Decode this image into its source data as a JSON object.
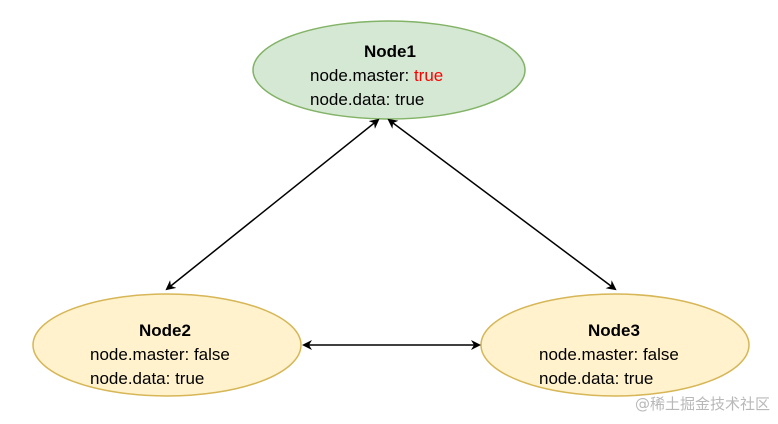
{
  "nodes": [
    {
      "id": "node1",
      "title": "Node1",
      "master_label": "node.master: ",
      "master_value": "true",
      "data_label": "node.data: ",
      "data_value": "true",
      "fill": "#d5e8d4",
      "stroke": "#82b366",
      "highlight": "#ff0000"
    },
    {
      "id": "node2",
      "title": "Node2",
      "master_label": "node.master: ",
      "master_value": "false",
      "data_label": "node.data: ",
      "data_value": "true",
      "fill": "#fff2cc",
      "stroke": "#d6b656"
    },
    {
      "id": "node3",
      "title": "Node3",
      "master_label": "node.master: ",
      "master_value": "false",
      "data_label": "node.data: ",
      "data_value": "true",
      "fill": "#fff2cc",
      "stroke": "#d6b656"
    }
  ],
  "edges": [
    {
      "from": "node1",
      "to": "node2",
      "bidirectional": true
    },
    {
      "from": "node1",
      "to": "node3",
      "bidirectional": true
    },
    {
      "from": "node2",
      "to": "node3",
      "bidirectional": true
    }
  ],
  "watermark": "@稀土掘金技术社区"
}
